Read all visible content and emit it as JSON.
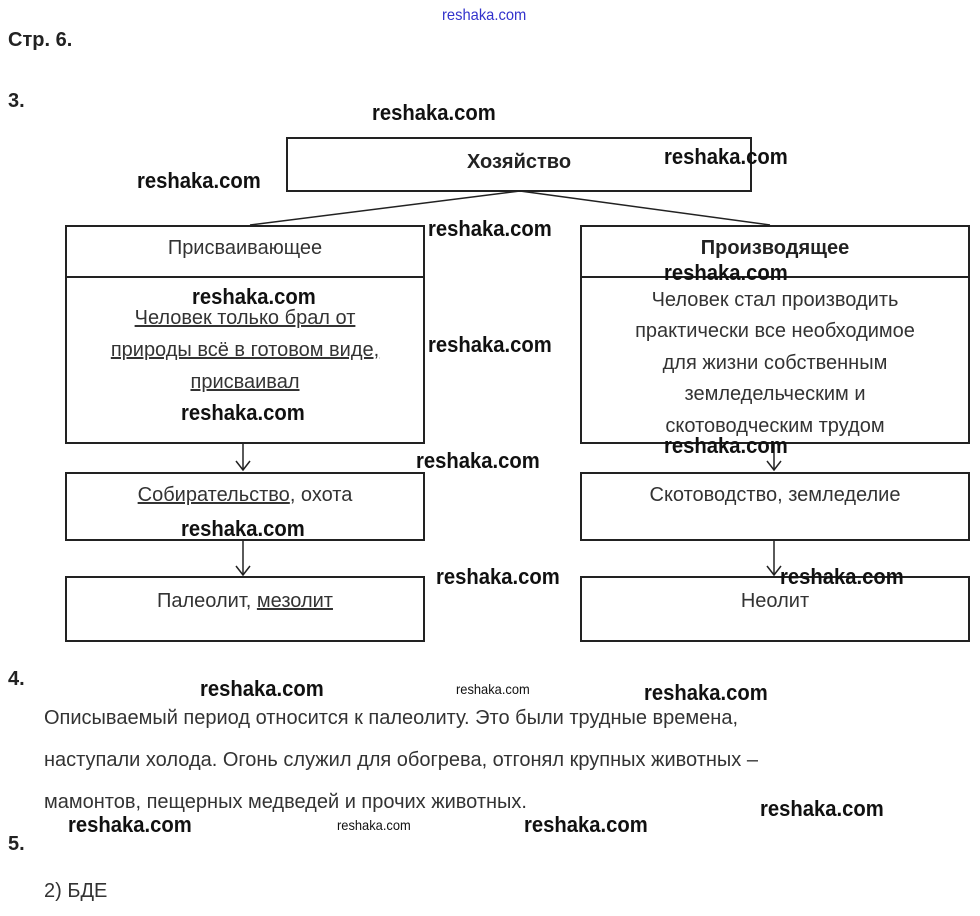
{
  "page_label": "Стр. 6.",
  "task3": {
    "number": "3.",
    "root": "Хозяйство",
    "left": {
      "title": "Присваивающее",
      "body": [
        "Человек только брал от",
        "природы всё в готовом виде,",
        "присваивал"
      ],
      "activity_underlined": "Собирательство",
      "activity_rest": ", охота",
      "period_plain": "Палеолит, ",
      "period_underlined": "мезолит"
    },
    "right": {
      "title": "Производящее",
      "body": [
        "Человек стал производить",
        "практически все необходимое",
        "для жизни собственным",
        "земледельческим и",
        "скотоводческим трудом"
      ],
      "activity": "Скотоводство, земледелие",
      "period": "Неолит"
    }
  },
  "task4": {
    "number": "4.",
    "lines": [
      "Описываемый период относится к палеолиту. Это были трудные времена,",
      "наступали холода. Огонь служил для обогрева, отгонял крупных животных –",
      "мамонтов, пещерных медведей и прочих животных."
    ]
  },
  "task5": {
    "number": "5.",
    "answer": "2) БДЕ"
  },
  "watermark": "reshaka.com"
}
